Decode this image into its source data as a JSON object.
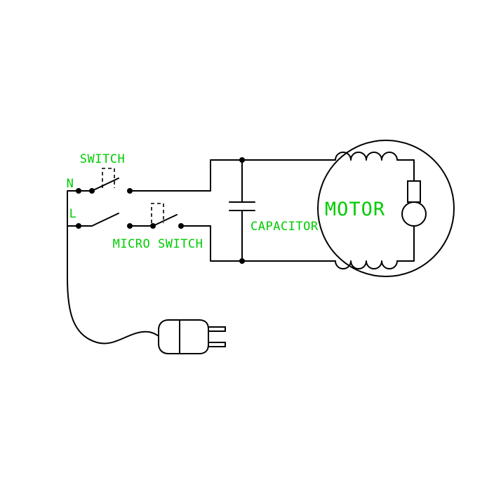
{
  "diagram": {
    "type": "wiring-schematic",
    "labels": {
      "switch": "SWITCH",
      "neutral": "N",
      "live": "L",
      "micro_switch": "MICRO SWITCH",
      "capacitor": "CAPACITOR",
      "motor": "MOTOR"
    },
    "components": [
      "power-plug",
      "power-cord",
      "main-switch",
      "micro-switch",
      "capacitor",
      "motor"
    ],
    "colors": {
      "label": "#00cc00",
      "line": "#000000",
      "background": "#ffffff"
    }
  }
}
